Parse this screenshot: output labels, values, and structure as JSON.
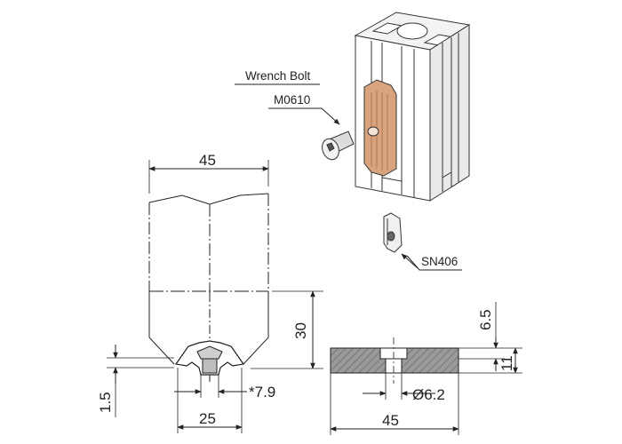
{
  "callouts": {
    "wrench_bolt_title": "Wrench Bolt",
    "wrench_bolt_code": "M0610",
    "nut_code": "SN406"
  },
  "dimensions": {
    "profile_width": "45",
    "height_30": "30",
    "thickness_1_5": "1.5",
    "slot_width_25": "25",
    "opening_7_9": "*7.9",
    "plate_height_6_5": "6.5",
    "plate_height_11": "11",
    "hole_diameter": "Ø6.2",
    "plate_width": "45"
  },
  "colors": {
    "line": "#222222",
    "hatch_fill": "#8c8c8c",
    "nut_fill": "#d9a37e",
    "profile_shade": "#e6e6e6"
  }
}
